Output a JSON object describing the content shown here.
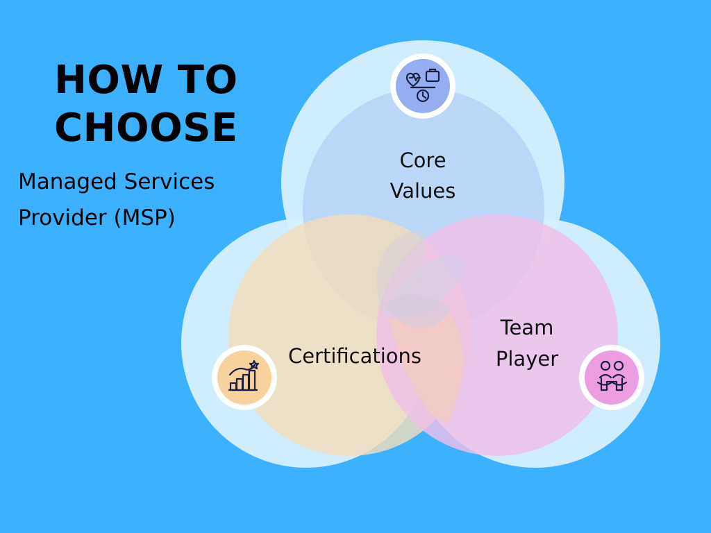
{
  "title": {
    "line1": "HOW TO",
    "line2": "CHOOSE"
  },
  "subtitle": {
    "line1": "Managed Services",
    "line2": "Provider (MSP)"
  },
  "venn": {
    "circles": [
      {
        "key": "core-values",
        "label_lines": [
          "Core",
          "Values"
        ],
        "icon": "core-values-icon",
        "color": "#b7d1f5",
        "icon_color": "#95aef1"
      },
      {
        "key": "certifications",
        "label_lines": [
          "Certifications"
        ],
        "icon": "growth-chart-star-icon",
        "color": "#f2ddbd",
        "icon_color": "#f8d29d"
      },
      {
        "key": "team-player",
        "label_lines": [
          "Team",
          "Player"
        ],
        "icon": "team-people-icon",
        "color": "#eec0e6",
        "icon_color": "#ef9de2"
      }
    ]
  },
  "colors": {
    "background": "#3bb1ff",
    "outer_ring": "#d7f0fd"
  }
}
